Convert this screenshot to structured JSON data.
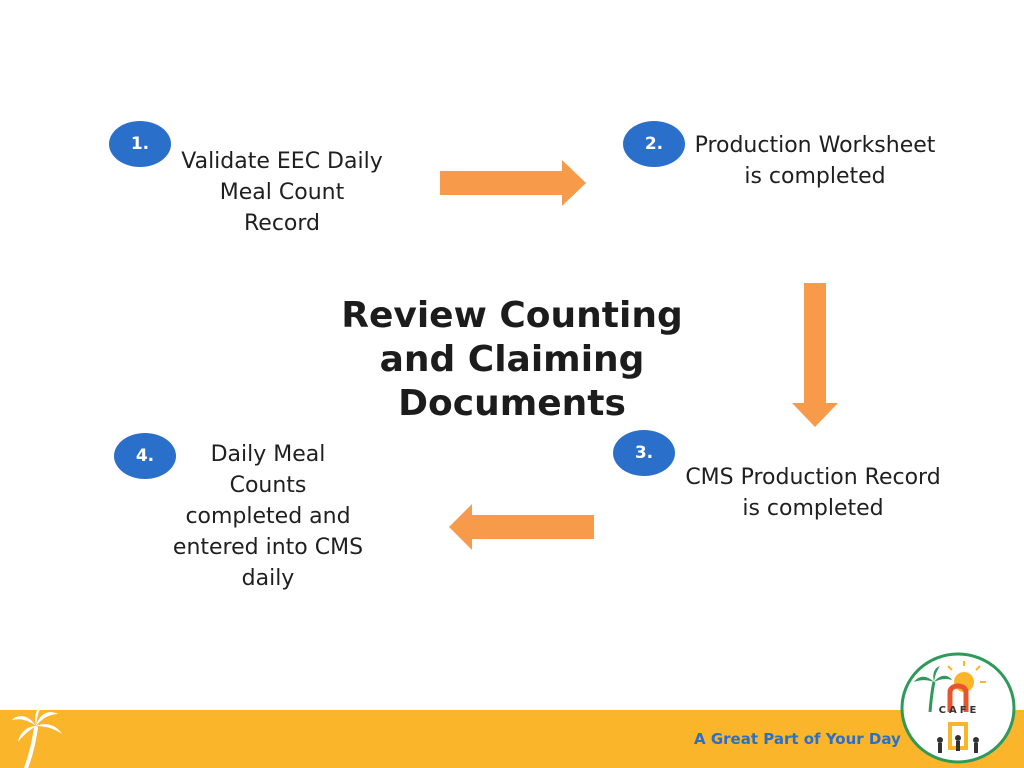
{
  "steps": [
    {
      "number": "1.",
      "text": [
        "Validate EEC Daily",
        "Meal Count",
        "Record"
      ]
    },
    {
      "number": "2.",
      "text": [
        "Production Worksheet",
        "is completed"
      ]
    },
    {
      "number": "3.",
      "text": [
        "CMS Production Record",
        "is completed"
      ]
    },
    {
      "number": "4.",
      "text": [
        "Daily Meal",
        "Counts",
        "completed and",
        "entered into CMS",
        "daily"
      ]
    }
  ],
  "title": [
    "Review Counting",
    "and Claiming",
    "Documents"
  ],
  "footer": {
    "tagline": "A Great Part of Your Day",
    "logo_text": "CAFE"
  },
  "colors": {
    "badge": "#2a6fc9",
    "arrow": "#f79a4a",
    "footer": "#fbb52a"
  }
}
